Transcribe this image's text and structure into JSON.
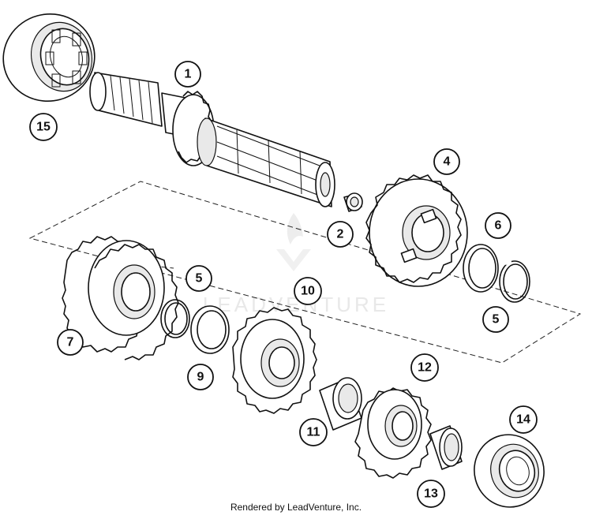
{
  "callouts": [
    {
      "id": "1",
      "label": "1"
    },
    {
      "id": "2",
      "label": "2"
    },
    {
      "id": "4",
      "label": "4"
    },
    {
      "id": "5a",
      "label": "5"
    },
    {
      "id": "5b",
      "label": "5"
    },
    {
      "id": "6",
      "label": "6"
    },
    {
      "id": "7",
      "label": "7"
    },
    {
      "id": "9",
      "label": "9"
    },
    {
      "id": "10",
      "label": "10"
    },
    {
      "id": "11",
      "label": "11"
    },
    {
      "id": "12",
      "label": "12"
    },
    {
      "id": "13",
      "label": "13"
    },
    {
      "id": "14",
      "label": "14"
    },
    {
      "id": "15",
      "label": "15"
    }
  ],
  "watermark": "LEADVENTURE",
  "footer": "Rendered by LeadVenture, Inc."
}
